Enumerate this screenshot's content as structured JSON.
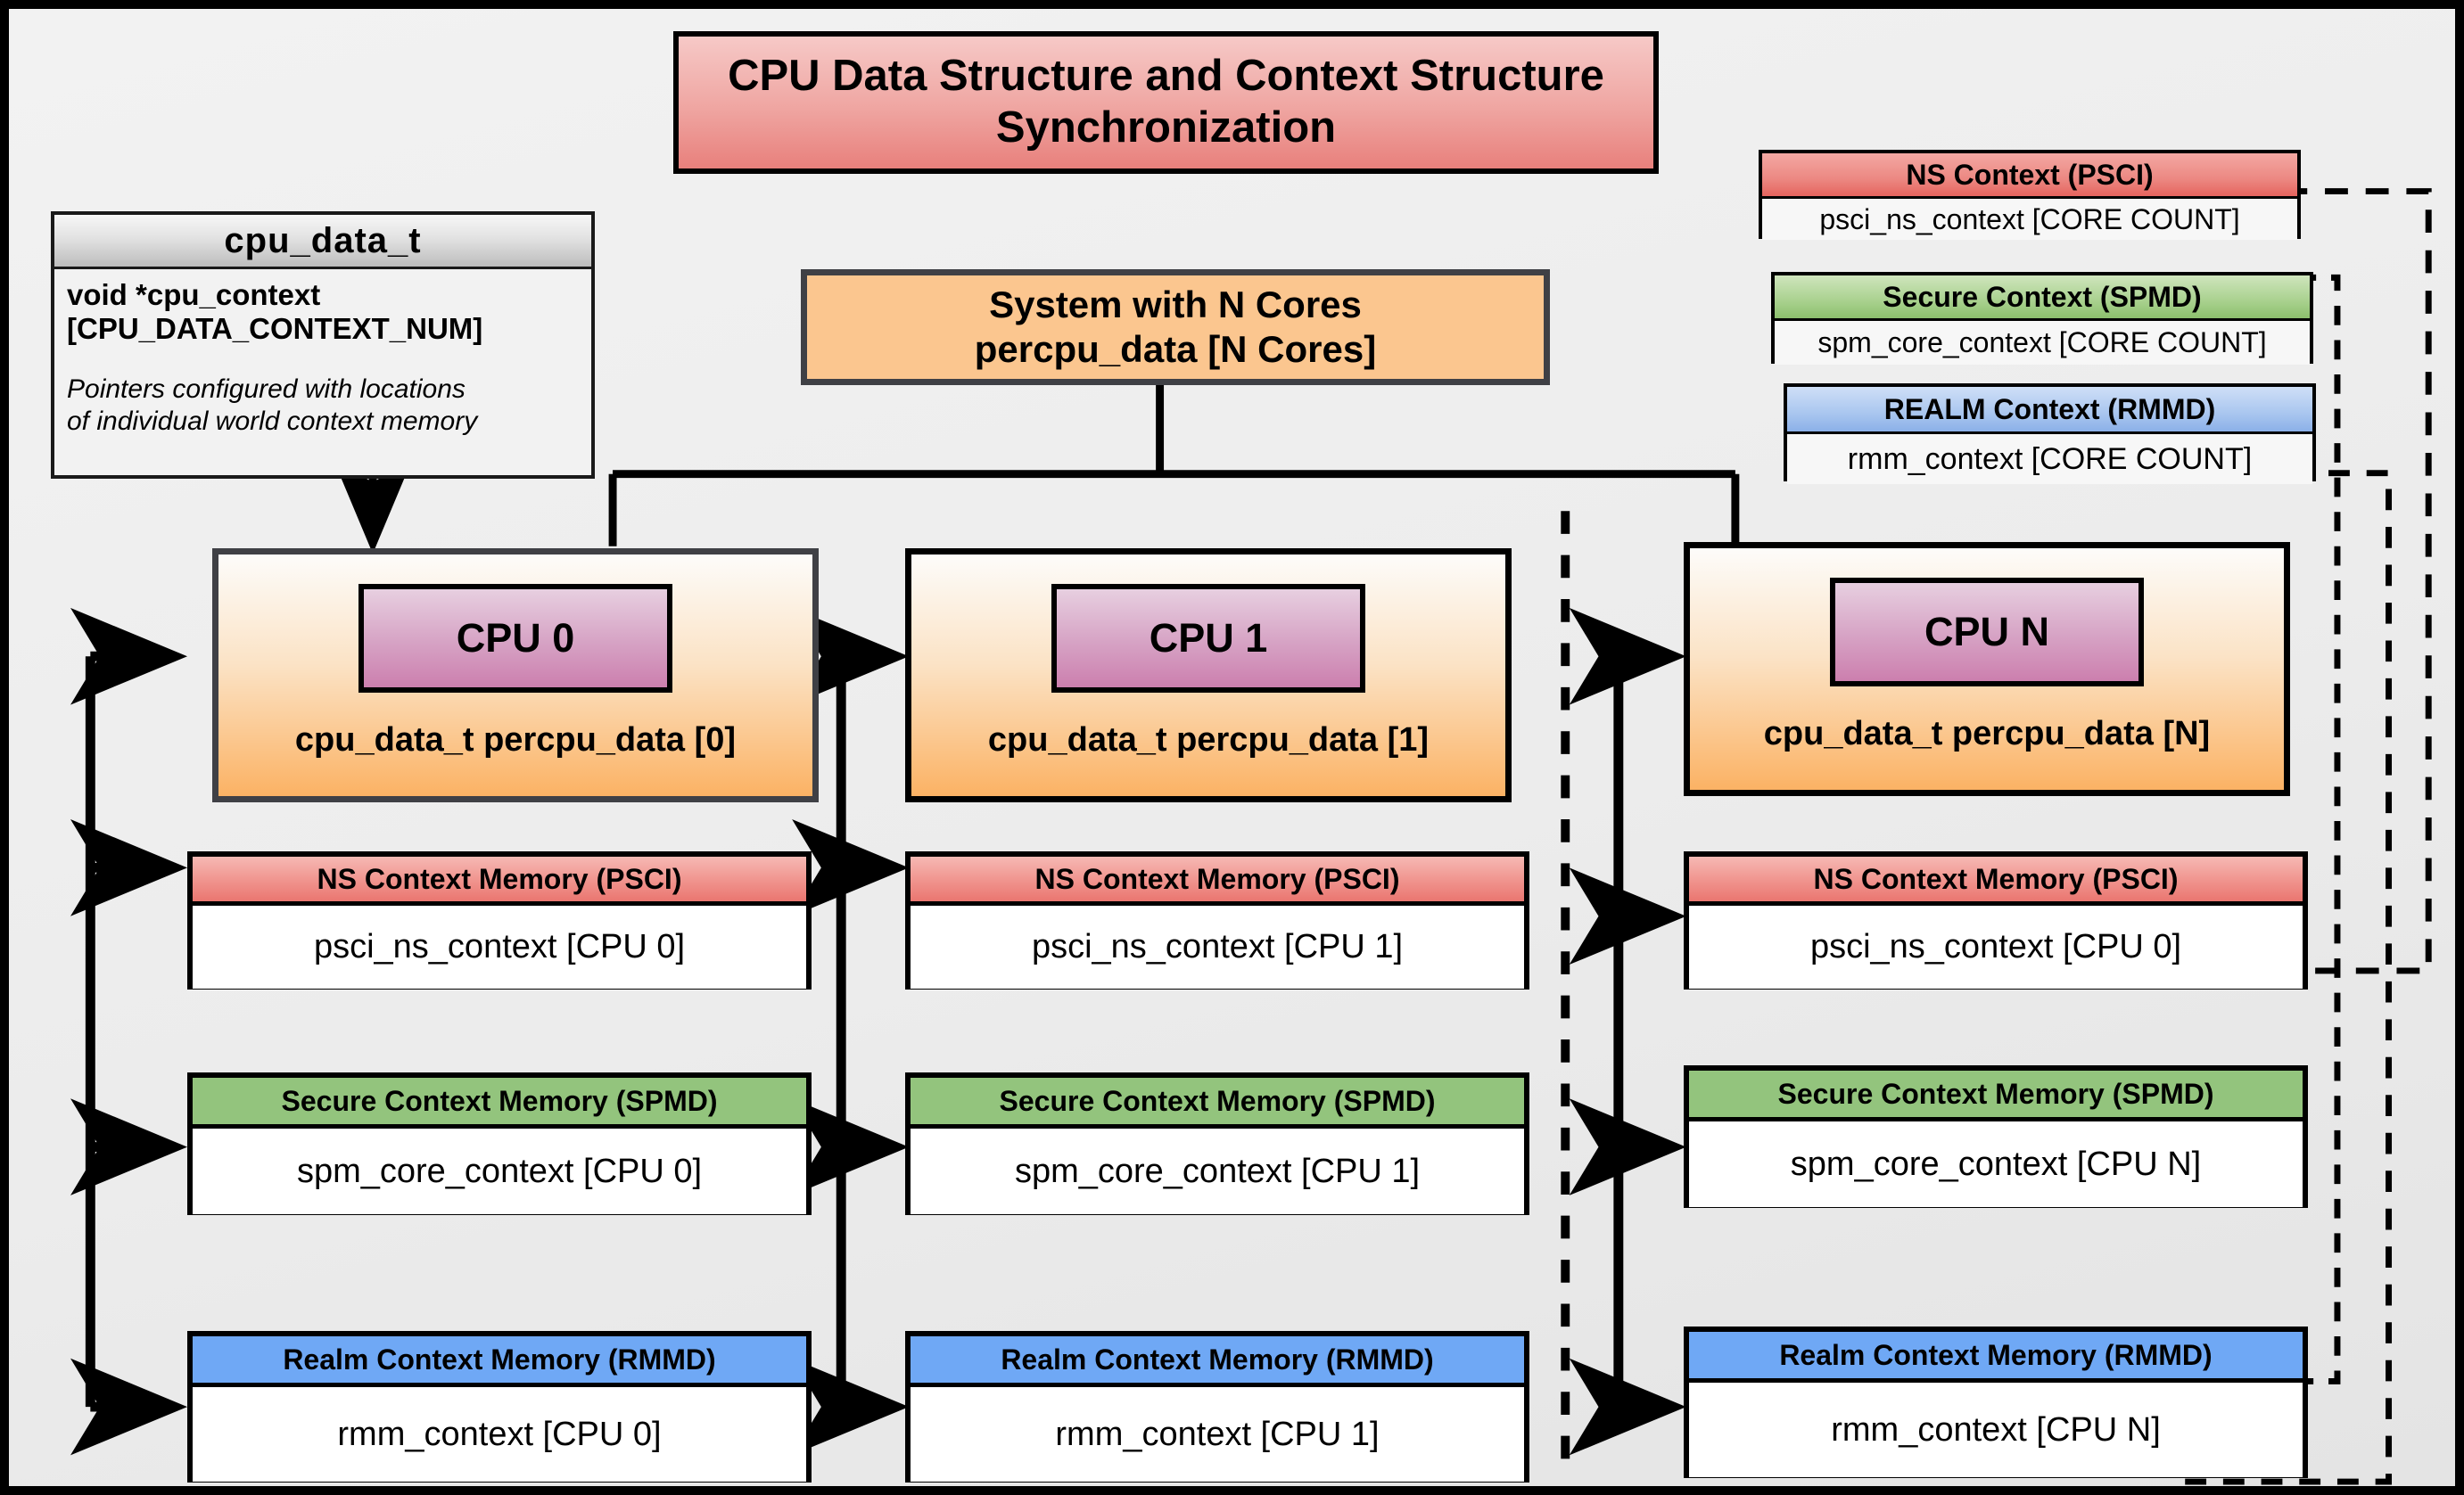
{
  "title": {
    "line1": "CPU Data Structure and Context Structure",
    "line2": "Synchronization"
  },
  "cpu_data_struct": {
    "header": "cpu_data_t",
    "field_line1": "void  *cpu_context",
    "field_line2": "[CPU_DATA_CONTEXT_NUM]",
    "note_line1": "Pointers configured with locations",
    "note_line2": "of individual world context memory"
  },
  "system": {
    "line1": "System with N Cores",
    "line2": "percpu_data [N Cores]"
  },
  "legend": [
    {
      "id": "ns",
      "header": "NS Context  (PSCI)",
      "body": "psci_ns_context [CORE COUNT]"
    },
    {
      "id": "sec",
      "header": "Secure Context (SPMD)",
      "body": "spm_core_context [CORE COUNT]"
    },
    {
      "id": "realm",
      "header": "REALM Context (RMMD)",
      "body": "rmm_context [CORE COUNT]"
    }
  ],
  "cpus": [
    {
      "chip": "CPU 0",
      "sub": "cpu_data_t percpu_data [0]",
      "contexts": [
        {
          "id": "ns",
          "header": "NS Context Memory (PSCI)",
          "body": "psci_ns_context [CPU 0]"
        },
        {
          "id": "sec",
          "header": "Secure Context Memory (SPMD)",
          "body": "spm_core_context [CPU 0]"
        },
        {
          "id": "realm",
          "header": "Realm Context Memory (RMMD)",
          "body": "rmm_context [CPU 0]"
        }
      ]
    },
    {
      "chip": "CPU 1",
      "sub": "cpu_data_t percpu_data [1]",
      "contexts": [
        {
          "id": "ns",
          "header": "NS Context Memory (PSCI)",
          "body": "psci_ns_context [CPU 1]"
        },
        {
          "id": "sec",
          "header": "Secure Context Memory (SPMD)",
          "body": "spm_core_context [CPU 1]"
        },
        {
          "id": "realm",
          "header": "Realm Context Memory (RMMD)",
          "body": "rmm_context [CPU 1]"
        }
      ]
    },
    {
      "chip": "CPU N",
      "sub": "cpu_data_t percpu_data [N]",
      "contexts": [
        {
          "id": "ns",
          "header": "NS Context Memory (PSCI)",
          "body": "psci_ns_context [CPU 0]"
        },
        {
          "id": "sec",
          "header": "Secure Context Memory (SPMD)",
          "body": "spm_core_context [CPU N]"
        },
        {
          "id": "realm",
          "header": "Realm Context Memory (RMMD)",
          "body": "rmm_context [CPU N]"
        }
      ]
    }
  ],
  "colors": {
    "ns": "#ea7670",
    "secure": "#93c47d",
    "realm": "#6fa8f5",
    "cpu_chip": "#cc7fae",
    "cpu_card": "#fbb264",
    "system": "#fbc68f",
    "title": "#e8807c"
  }
}
